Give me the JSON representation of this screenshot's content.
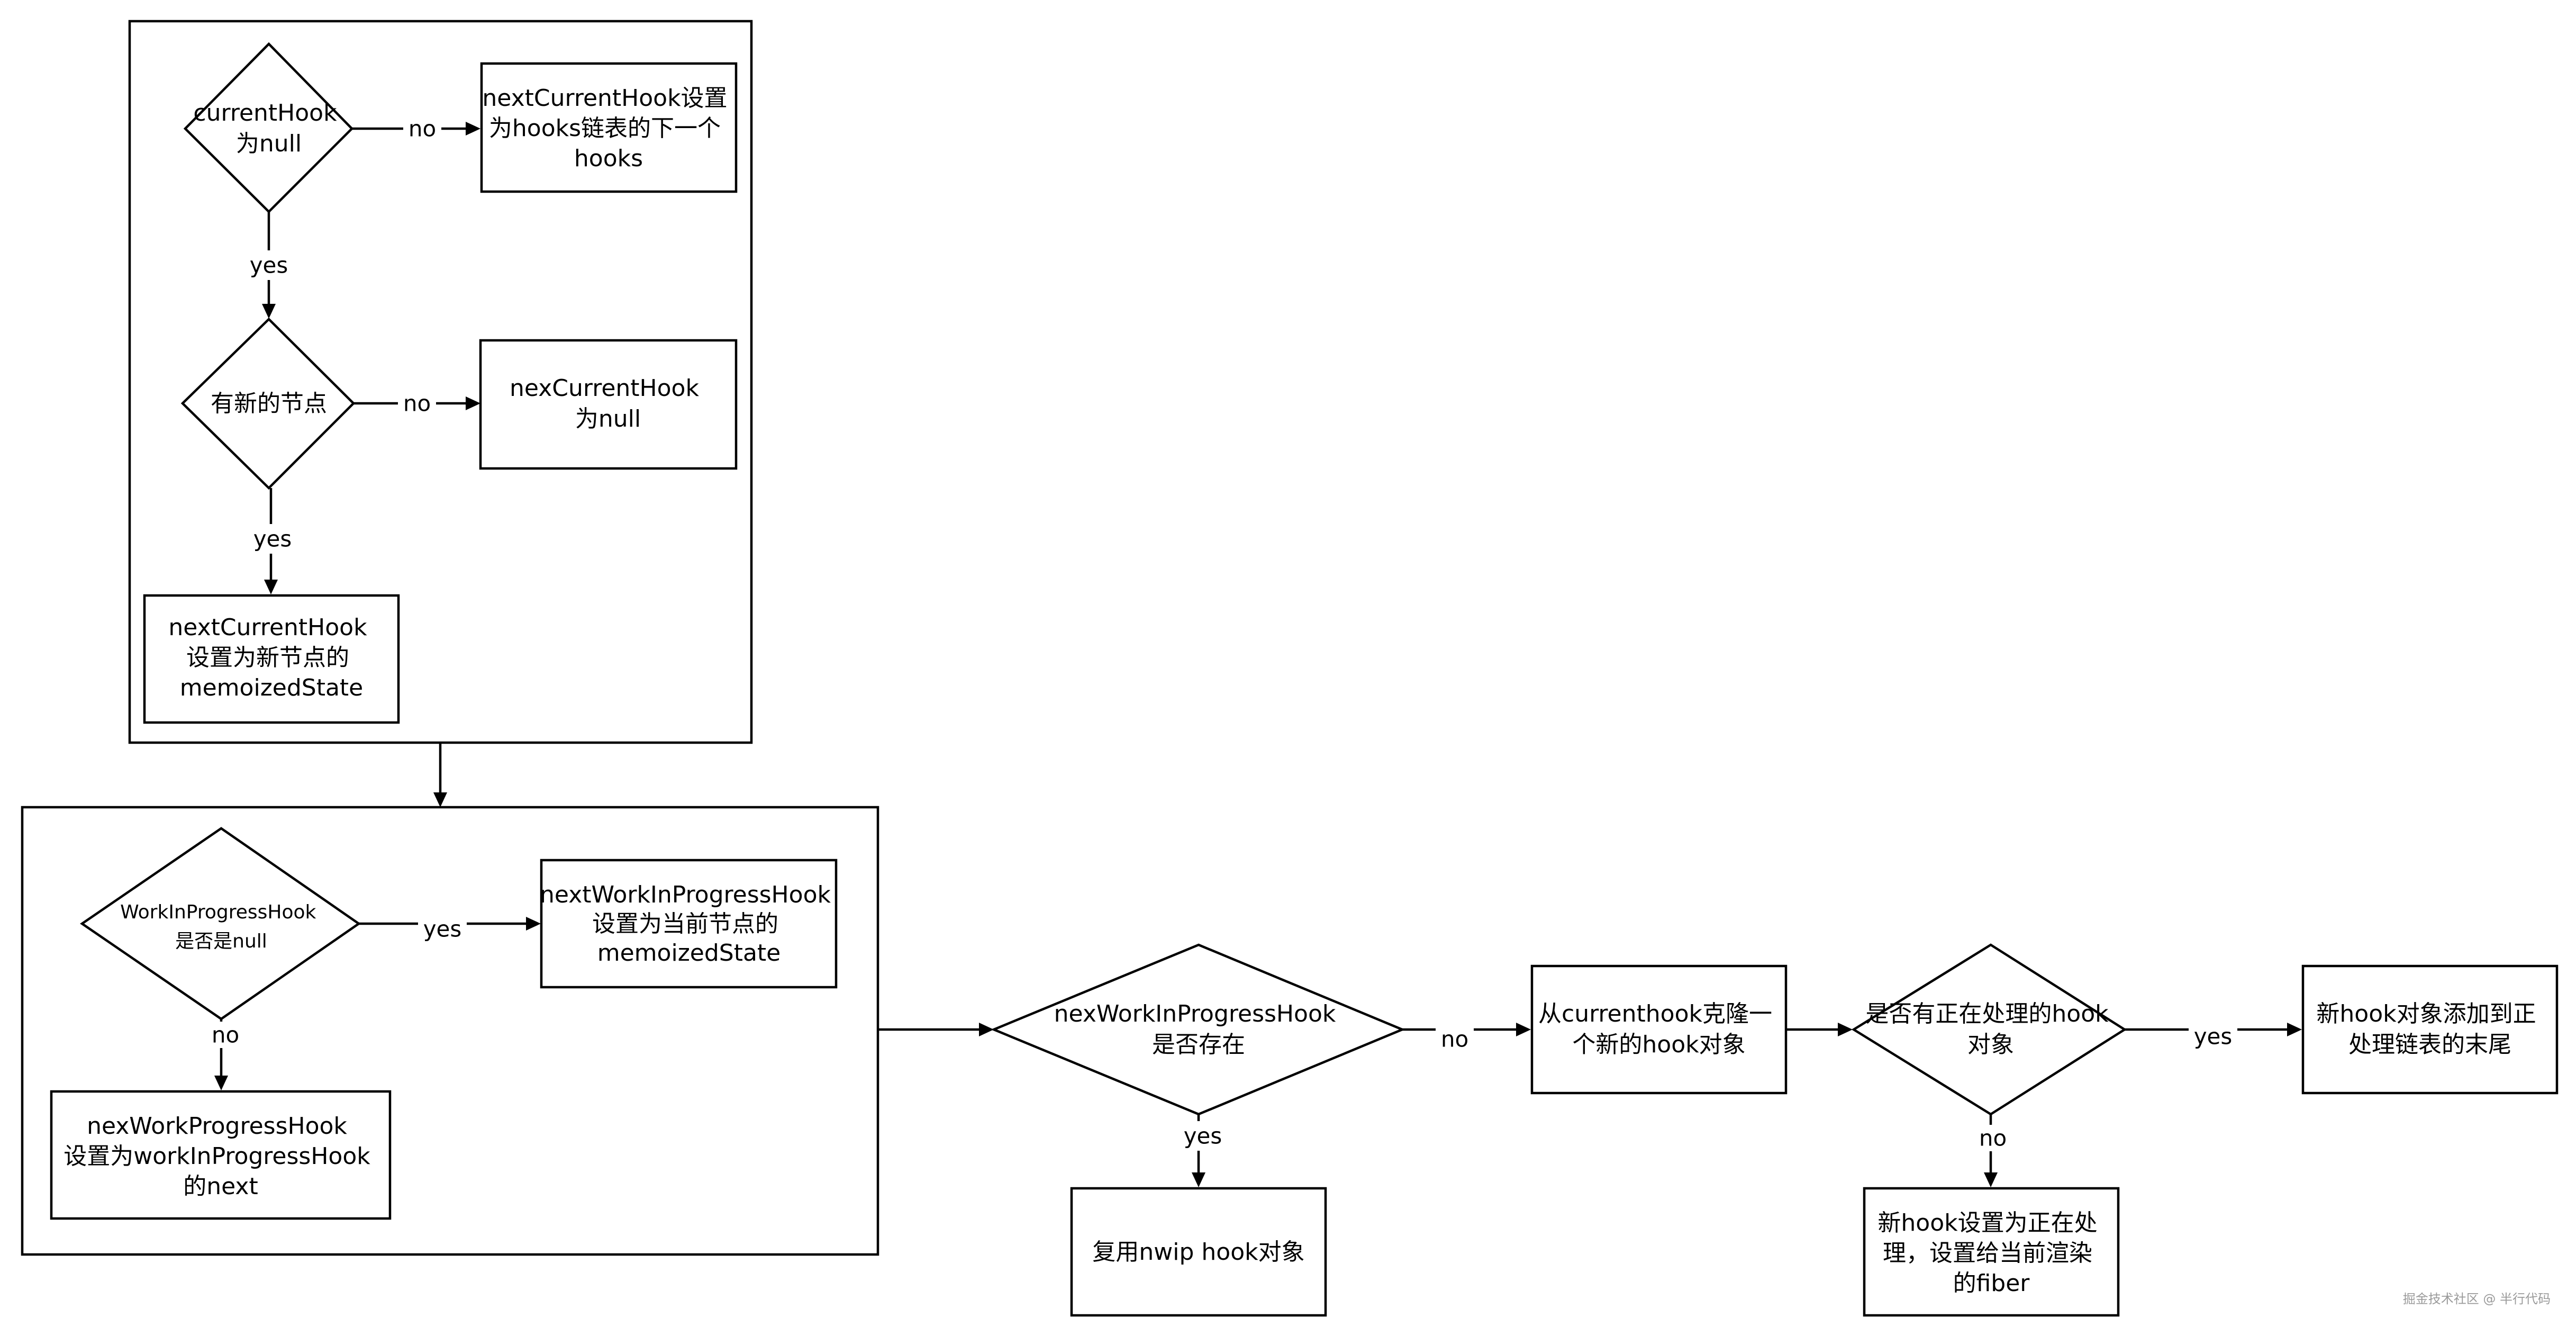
{
  "nodes": {
    "n1": [
      "currentHook",
      "为null"
    ],
    "n2": [
      "nextCurrentHook设置",
      "为hooks链表的下一个",
      "hooks"
    ],
    "n3": [
      "有新的节点"
    ],
    "n4": [
      "nexCurrentHook",
      "为null"
    ],
    "n5": [
      "nextCurrentHook",
      "设置为新节点的",
      "memoizedState"
    ],
    "n6": [
      "WorkInProgressHook",
      "是否是null"
    ],
    "n7": [
      "nextWorkInProgressHook",
      "设置为当前节点的",
      "memoizedState"
    ],
    "n8": [
      "nexWorkProgressHook",
      "设置为workInProgressHook",
      "的next"
    ],
    "n9": [
      "nexWorkInProgressHook",
      "是否存在"
    ],
    "n10": [
      "复用nwip hook对象"
    ],
    "n11": [
      "从currenthook克隆一",
      "个新的hook对象"
    ],
    "n12": [
      "是否有正在处理的hook",
      "对象"
    ],
    "n13": [
      "新hook对象添加到正",
      "处理链表的末尾"
    ],
    "n14": [
      "新hook设置为正在处",
      "理，设置给当前渲染",
      "的fiber"
    ]
  },
  "edges": {
    "e1": "no",
    "e2": "yes",
    "e3": "no",
    "e4": "yes",
    "e5": "yes",
    "e6": "no",
    "e7": "yes",
    "e8": "no",
    "e9": "yes",
    "e10": "no"
  },
  "watermark": "掘金技术社区 @ 半行代码"
}
